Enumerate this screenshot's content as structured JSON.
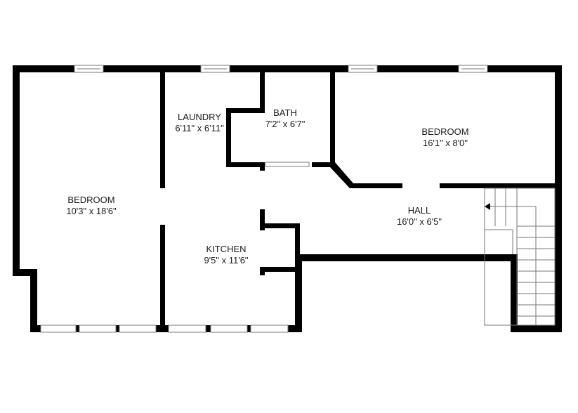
{
  "floorplan": {
    "colors": {
      "wall": "#000000",
      "background": "#ffffff",
      "window": "#7a7a7a",
      "text": "#1a1a1a"
    },
    "rooms": [
      {
        "name": "BEDROOM",
        "dimensions": "10'3\" x 18'6\""
      },
      {
        "name": "LAUNDRY",
        "dimensions": "6'11\" x 6'11\""
      },
      {
        "name": "BATH",
        "dimensions": "7'2\" x 6'7\""
      },
      {
        "name": "BEDROOM",
        "dimensions": "16'1\" x 8'0\""
      },
      {
        "name": "HALL",
        "dimensions": "16'0\" x 6'5\""
      },
      {
        "name": "KITCHEN",
        "dimensions": "9'5\" x 11'6\""
      }
    ]
  }
}
